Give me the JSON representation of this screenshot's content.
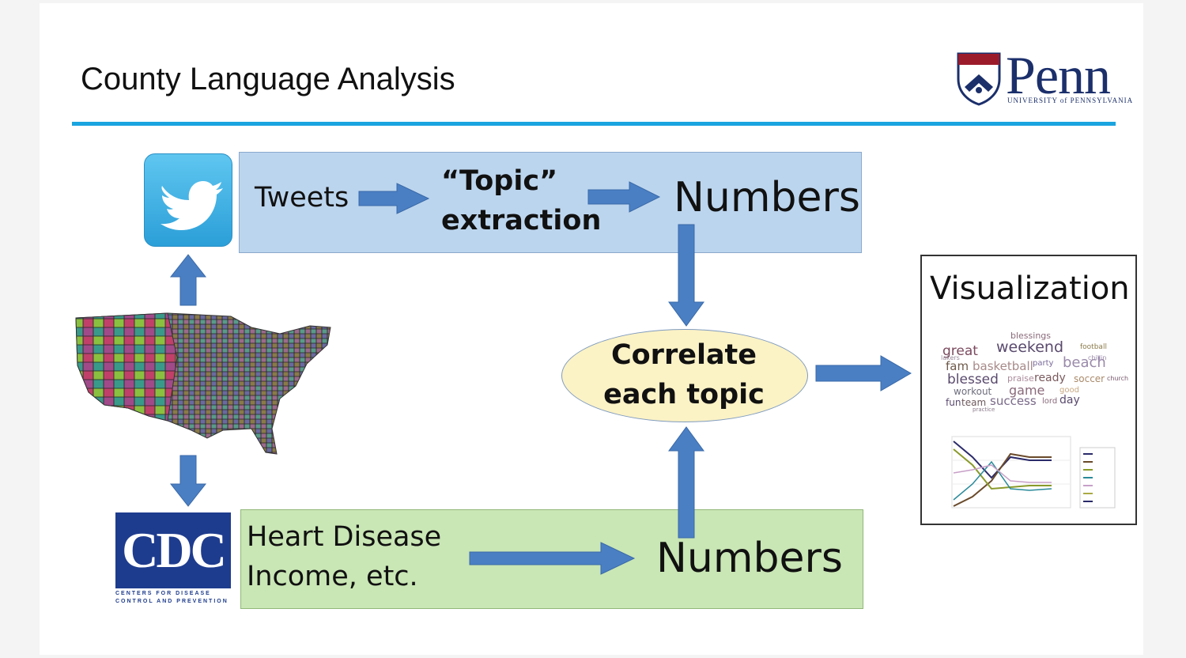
{
  "title": "County Language Analysis",
  "logo": {
    "wordmark": "Penn",
    "subtitle": "UNIVERSITY of PENNSYLVANIA"
  },
  "flow": {
    "tweets": "Tweets",
    "topic_line1": "“Topic”",
    "topic_line2": "extraction",
    "numbers_top": "Numbers",
    "heart_line1": "Heart Disease",
    "heart_line2": "Income, etc.",
    "numbers_bottom": "Numbers",
    "correlate_line1": "Correlate",
    "correlate_line2": "each topic",
    "visualization": "Visualization"
  },
  "cdc": {
    "logo_text": "CDC",
    "line1": "CENTERS FOR DISEASE",
    "line2": "CONTROL AND PREVENTION"
  },
  "wordcloud_words": [
    "blessings",
    "great",
    "weekend",
    "football",
    "fam",
    "basketball",
    "party",
    "beach",
    "blessed",
    "praise",
    "ready",
    "soccer",
    "church",
    "workout",
    "game",
    "good",
    "fun",
    "team",
    "success",
    "lord",
    "day",
    "practice",
    "lakers",
    "chillin"
  ],
  "colors": {
    "accent_rule": "#1aa4e0",
    "blue_box": "#bcd5ee",
    "green_box": "#c9e6b5",
    "ellipse": "#fbf2c6",
    "arrow": "#4a7fc4",
    "penn": "#1b2f6b",
    "cdc": "#1e3c8e"
  }
}
